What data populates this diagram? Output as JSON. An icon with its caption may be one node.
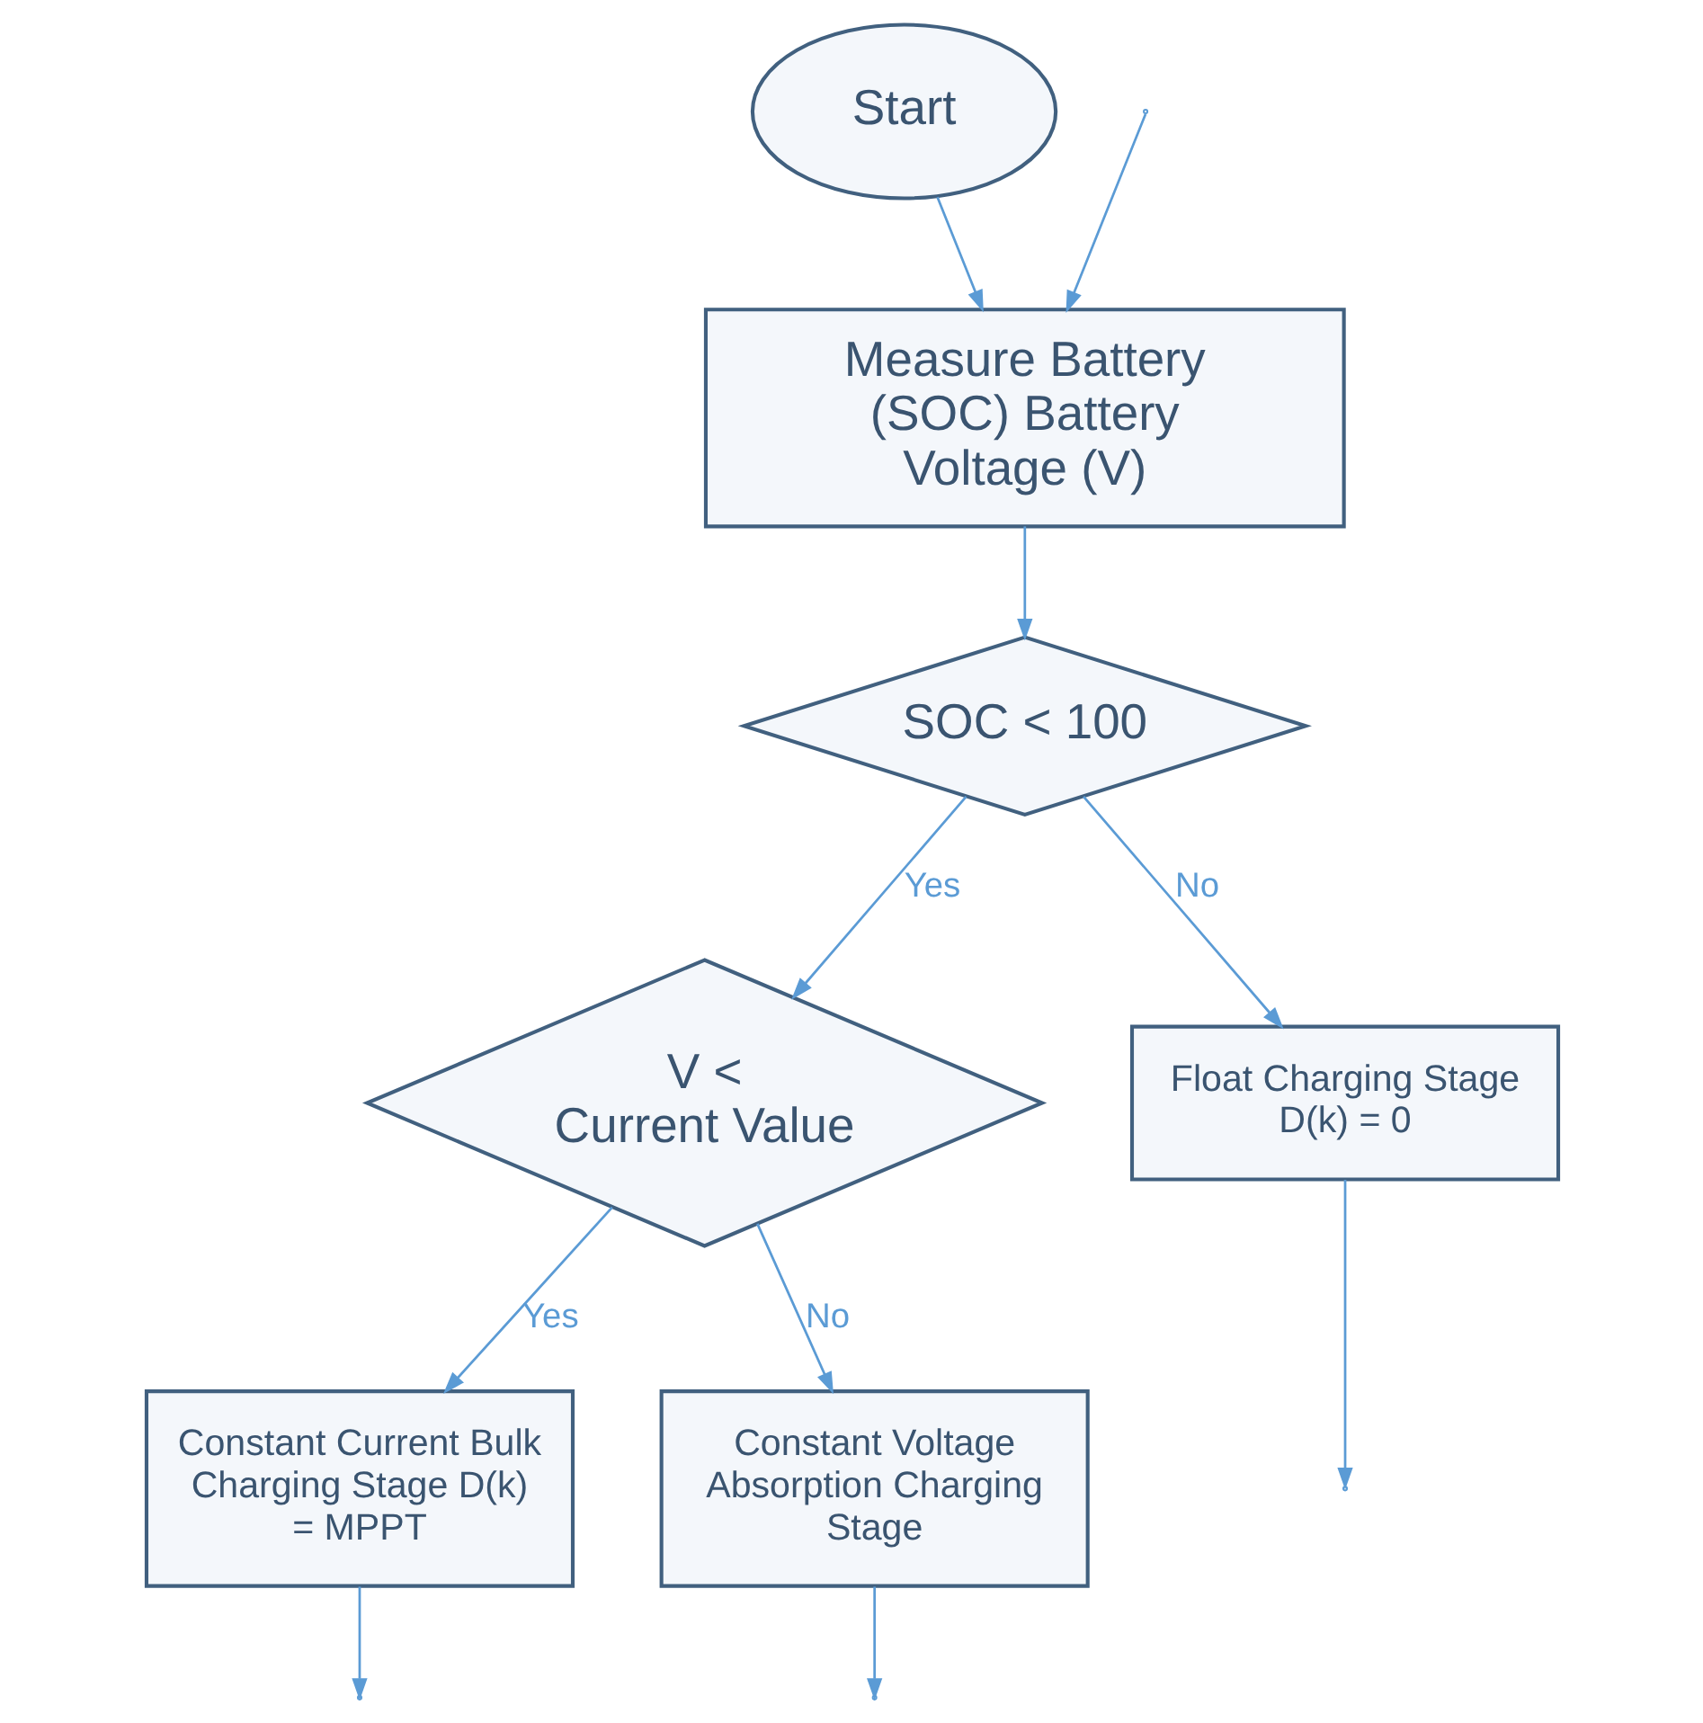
{
  "diagram": {
    "nodes": [
      {
        "text": [
          "Start"
        ]
      },
      {
        "text": [
          "Measure Battery (SOC) Battery Voltage (V)"
        ]
      },
      {
        "text": [
          "SOC < 100"
        ]
      },
      {
        "text": [
          "V < Current Value"
        ]
      },
      {
        "text": [
          "Constant Current Bulk Charging Stage D(k) = MPPT"
        ]
      },
      {
        "text": [
          "Constant Voltage Absorption Charging Stage"
        ]
      },
      {
        "text": [
          "Float Charging Stage D(k) = 0"
        ]
      }
    ],
    "edges": [
      {
        "from": 0,
        "to": 1,
        "arrow": "to"
      },
      {
        "from": 1,
        "to": 2,
        "arrow": "to"
      },
      {
        "from": 2,
        "to": 3,
        "label": "Yes",
        "arrow": "to"
      },
      {
        "from": 2,
        "to": 6,
        "label": "No",
        "arrow": "to"
      },
      {
        "from": 3,
        "to": 4,
        "label": "Yes",
        "arrow": "to"
      },
      {
        "from": 3,
        "to": 5,
        "label": "No",
        "arrow": "to"
      },
      {
        "from": 4,
        "to": null,
        "arrow": "to"
      },
      {
        "from": 5,
        "to": null,
        "arrow": "to"
      },
      {
        "from": 6,
        "to": null,
        "arrow": "to"
      },
      {
        "from": null,
        "to": 1,
        "arrow": "to"
      }
    ]
  }
}
